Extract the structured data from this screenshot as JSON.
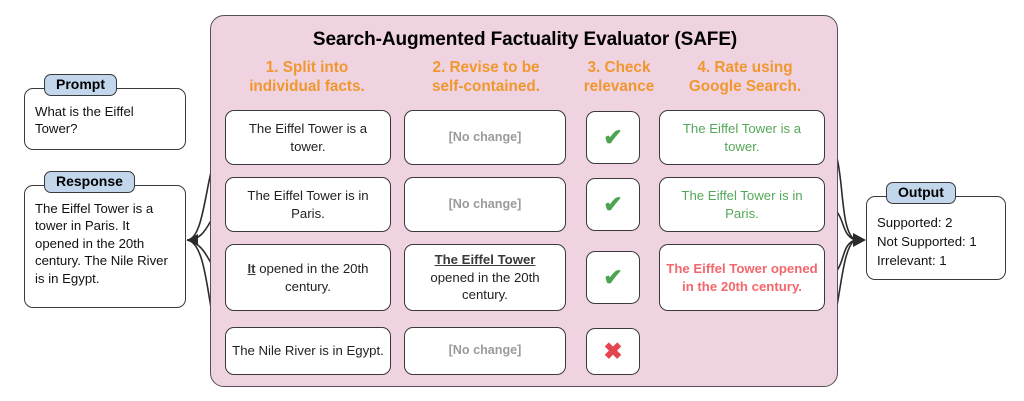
{
  "panel": {
    "title": "Search-Augmented Factuality Evaluator (SAFE)",
    "accent_color": "#f0982f",
    "background_color": "#efd3e0",
    "columns": [
      {
        "id": "split",
        "label": "1. Split into\nindividual facts."
      },
      {
        "id": "revise",
        "label": "2. Revise to be\nself-contained."
      },
      {
        "id": "relevance",
        "label": "3. Check\nrelevance"
      },
      {
        "id": "rate",
        "label": "4. Rate using\nGoogle Search."
      }
    ],
    "column_labels": {
      "split_line1": "1. Split into",
      "split_line2": "individual facts.",
      "revise_line1": "2. Revise to be",
      "revise_line2": "self-contained.",
      "relevance_line1": "3. Check",
      "relevance_line2": "relevance",
      "rate_line1": "4. Rate using",
      "rate_line2": "Google Search."
    }
  },
  "prompt": {
    "tag": "Prompt",
    "text": "What is the Eiffel Tower?"
  },
  "response": {
    "tag": "Response",
    "text": "The Eiffel Tower is a tower in Paris. It opened in the 20th century. The Nile River is in Egypt."
  },
  "output": {
    "tag": "Output",
    "lines": [
      "Supported: 2",
      "Not Supported: 1",
      "Irrelevant: 1"
    ]
  },
  "rows": [
    {
      "split": "The Eiffel Tower is a tower.",
      "revise": "[No change]",
      "revise_style": "no-change",
      "relevance": "✔",
      "relevance_state": "relevant",
      "rate": "The Eiffel Tower is a tower.",
      "rate_state": "supported"
    },
    {
      "split": "The Eiffel Tower is in Paris.",
      "revise": "[No change]",
      "revise_style": "no-change",
      "relevance": "✔",
      "relevance_state": "relevant",
      "rate": "The Eiffel Tower is in Paris.",
      "rate_state": "supported"
    },
    {
      "split_highlight": "It",
      "split_rest": " opened in the 20th century.",
      "revise_highlight": "The Eiffel Tower",
      "revise_rest": "opened in the 20th century.",
      "revise_style": "revised",
      "relevance": "✔",
      "relevance_state": "relevant",
      "rate": "The Eiffel Tower opened in the 20th century.",
      "rate_state": "not-supported"
    },
    {
      "split": "The Nile River is in Egypt.",
      "revise": "[No change]",
      "revise_style": "no-change",
      "relevance": "✖",
      "relevance_state": "irrelevant",
      "rate": "",
      "rate_state": "none"
    }
  ],
  "colors": {
    "supported_text": "#54a85a",
    "not_supported_text": "#f3676d",
    "tick": "#4da350",
    "cross": "#e2474f",
    "no_change_text": "#9b9b9b",
    "tag_fill": "#c3d7ec"
  }
}
